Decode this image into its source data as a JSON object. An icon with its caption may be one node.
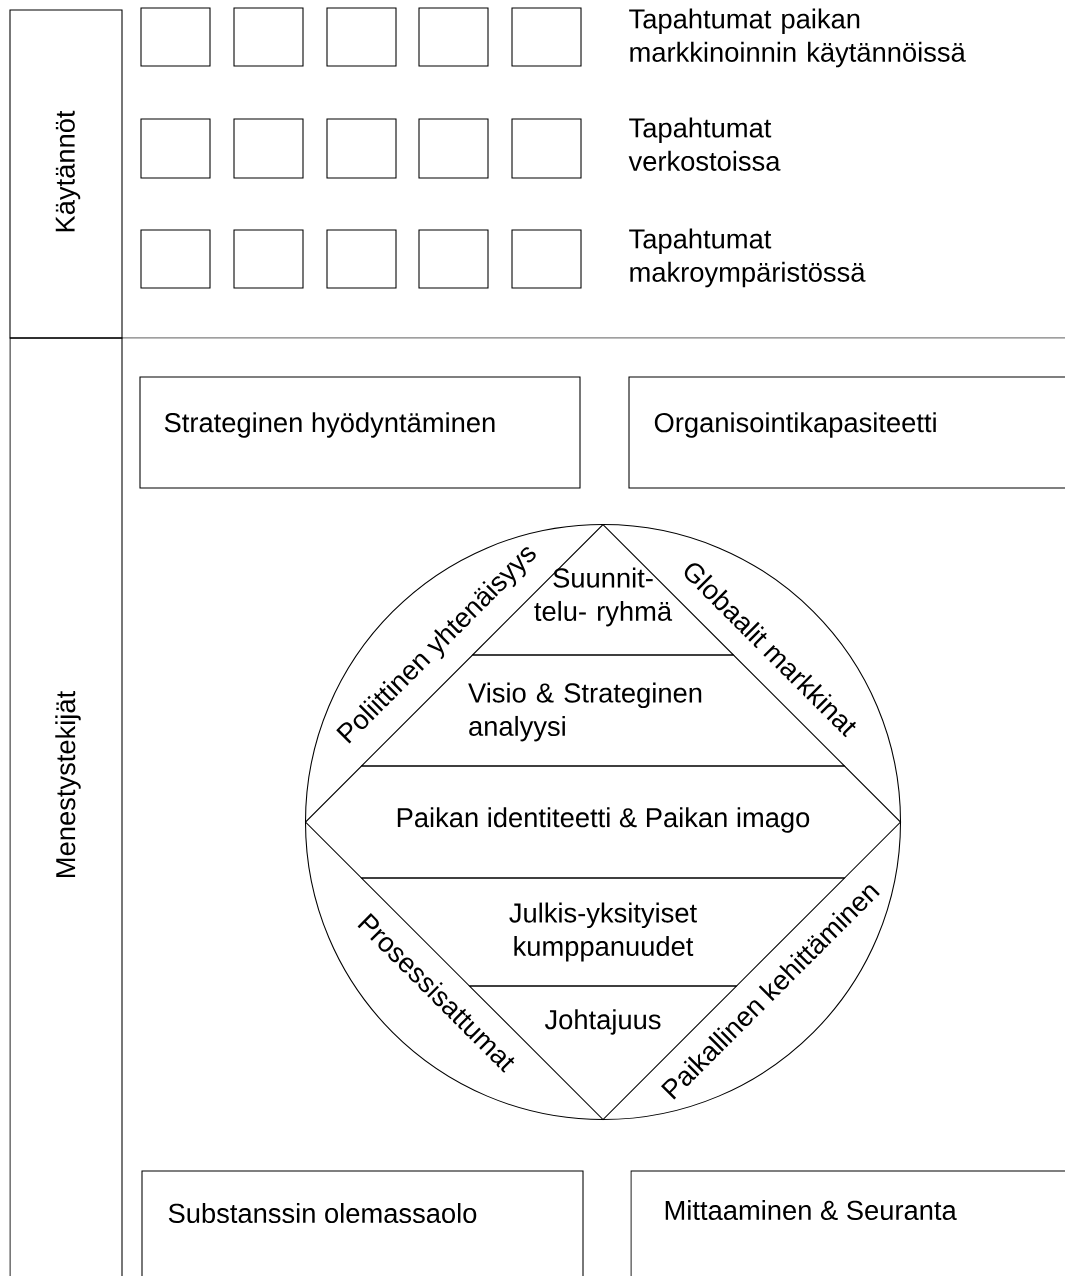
{
  "diagram": {
    "nodes": [
      {
        "text": [
          "Käytännöt"
        ]
      },
      {
        "text": [],
        "shape": "box"
      },
      {
        "text": [],
        "shape": "box"
      },
      {
        "text": [],
        "shape": "box"
      },
      {
        "text": [],
        "shape": "box"
      },
      {
        "text": [],
        "shape": "box"
      },
      {
        "text": [],
        "shape": "box"
      },
      {
        "text": [],
        "shape": "box"
      },
      {
        "text": [],
        "shape": "box"
      },
      {
        "text": [],
        "shape": "box"
      },
      {
        "text": [],
        "shape": "box"
      },
      {
        "text": [],
        "shape": "box"
      },
      {
        "text": [],
        "shape": "box"
      },
      {
        "text": [],
        "shape": "box"
      },
      {
        "text": [],
        "shape": "box"
      },
      {
        "text": [],
        "shape": "box"
      },
      {
        "text": [
          "Menestystekijät"
        ]
      },
      {
        "text": [
          "Strateginen hyödyntäminen"
        ]
      },
      {
        "text": [
          "Organisointikapasiteetti"
        ]
      },
      {
        "text": [],
        "shape": "circle"
      },
      {
        "text": [
          "Poliittinen yhtenäisyys"
        ],
        "in": 19
      },
      {
        "text": [
          "Suunnit- telu- ryhmä"
        ],
        "in": 19
      },
      {
        "text": [
          "Globaalit markkinat"
        ],
        "in": 19
      },
      {
        "text": [
          "Visio & Strateginen analyysi"
        ],
        "in": 19
      },
      {
        "text": [
          "Paikan identiteetti & Paikan imago"
        ],
        "in": 19
      },
      {
        "text": [
          "Prosessisattumat"
        ],
        "in": 19
      },
      {
        "text": [
          "Julkis-yksityiset kumppanuudet"
        ],
        "in": 19
      },
      {
        "text": [
          "Paikallinen kehittäminen"
        ],
        "in": 19
      },
      {
        "text": [
          "Johtajuus"
        ],
        "in": 19
      },
      {
        "text": [
          "Substanssin olemassaolo"
        ]
      },
      {
        "text": [
          "Mittaaminen & Seuranta"
        ]
      }
    ],
    "labels": [
      "Tapahtumat paikan markkinoinnin käytännöissä",
      "Tapahtumat verkostoissa",
      "Tapahtumat makroympäristössä"
    ]
  }
}
